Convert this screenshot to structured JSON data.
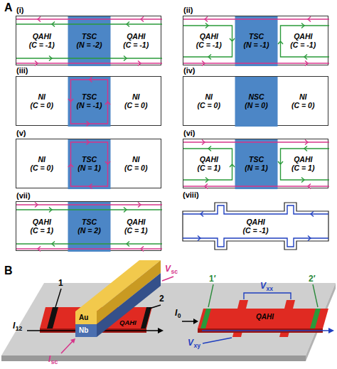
{
  "diagram": {
    "nodes": [
      {
        "text": [
          "(i)"
        ]
      },
      {
        "text": [
          "QAHI",
          "(C = -1)"
        ],
        "in": 0
      },
      {
        "text": [
          "TSC",
          "(N = -2)"
        ],
        "in": 0
      },
      {
        "text": [
          "QAHI",
          "(C = -1)"
        ],
        "in": 0
      },
      {
        "text": [
          "(ii)"
        ]
      },
      {
        "text": [
          "QAHI",
          "(C = -1)"
        ],
        "in": 4
      },
      {
        "text": [
          "TSC",
          "(N = -1)"
        ],
        "in": 4
      },
      {
        "text": [
          "QAHI",
          "(C = -1)"
        ],
        "in": 4
      },
      {
        "text": [
          "(iii)"
        ]
      },
      {
        "text": [
          "NI",
          "(C = 0)"
        ],
        "in": 8
      },
      {
        "text": [
          "TSC",
          "(N = -1)"
        ],
        "in": 8
      },
      {
        "text": [
          "NI",
          "(C = 0)"
        ],
        "in": 8
      },
      {
        "text": [
          "(iv)"
        ]
      },
      {
        "text": [
          "NI",
          "(C = 0)"
        ],
        "in": 12
      },
      {
        "text": [
          "NSC",
          "(N = 0)"
        ],
        "in": 12
      },
      {
        "text": [
          "NI",
          "(C = 0)"
        ],
        "in": 12
      },
      {
        "text": [
          "(v)"
        ]
      },
      {
        "text": [
          "NI",
          "(C = 0)"
        ],
        "in": 16
      },
      {
        "text": [
          "TSC",
          "(N = 1)"
        ],
        "in": 16
      },
      {
        "text": [
          "NI",
          "(C = 0)"
        ],
        "in": 16
      },
      {
        "text": [
          "(vi)"
        ]
      },
      {
        "text": [
          "QAHI",
          "(C = 1)"
        ],
        "in": 20
      },
      {
        "text": [
          "TSC",
          "(N = 1)"
        ],
        "in": 20
      },
      {
        "text": [
          "QAHI",
          "(C = 1)"
        ],
        "in": 20
      },
      {
        "text": [
          "(vii)"
        ]
      },
      {
        "text": [
          "QAHI",
          "(C = 1)"
        ],
        "in": 24
      },
      {
        "text": [
          "TSC",
          "(N = 2)"
        ],
        "in": 24
      },
      {
        "text": [
          "QAHI",
          "(C = 1)"
        ],
        "in": 24
      },
      {
        "text": [
          "(viii)"
        ]
      },
      {
        "text": [
          "QAHI",
          "(C = -1)"
        ],
        "in": 28
      }
    ],
    "labels": [
      "A",
      "B",
      "1",
      "2",
      "I",
      "12",
      "V",
      "sc",
      "Au",
      "Nb",
      "I",
      "sc",
      "QAHI",
      "1′",
      "2′",
      "I",
      "0",
      "V",
      "xx",
      "V",
      "xy",
      "QAHI"
    ]
  }
}
